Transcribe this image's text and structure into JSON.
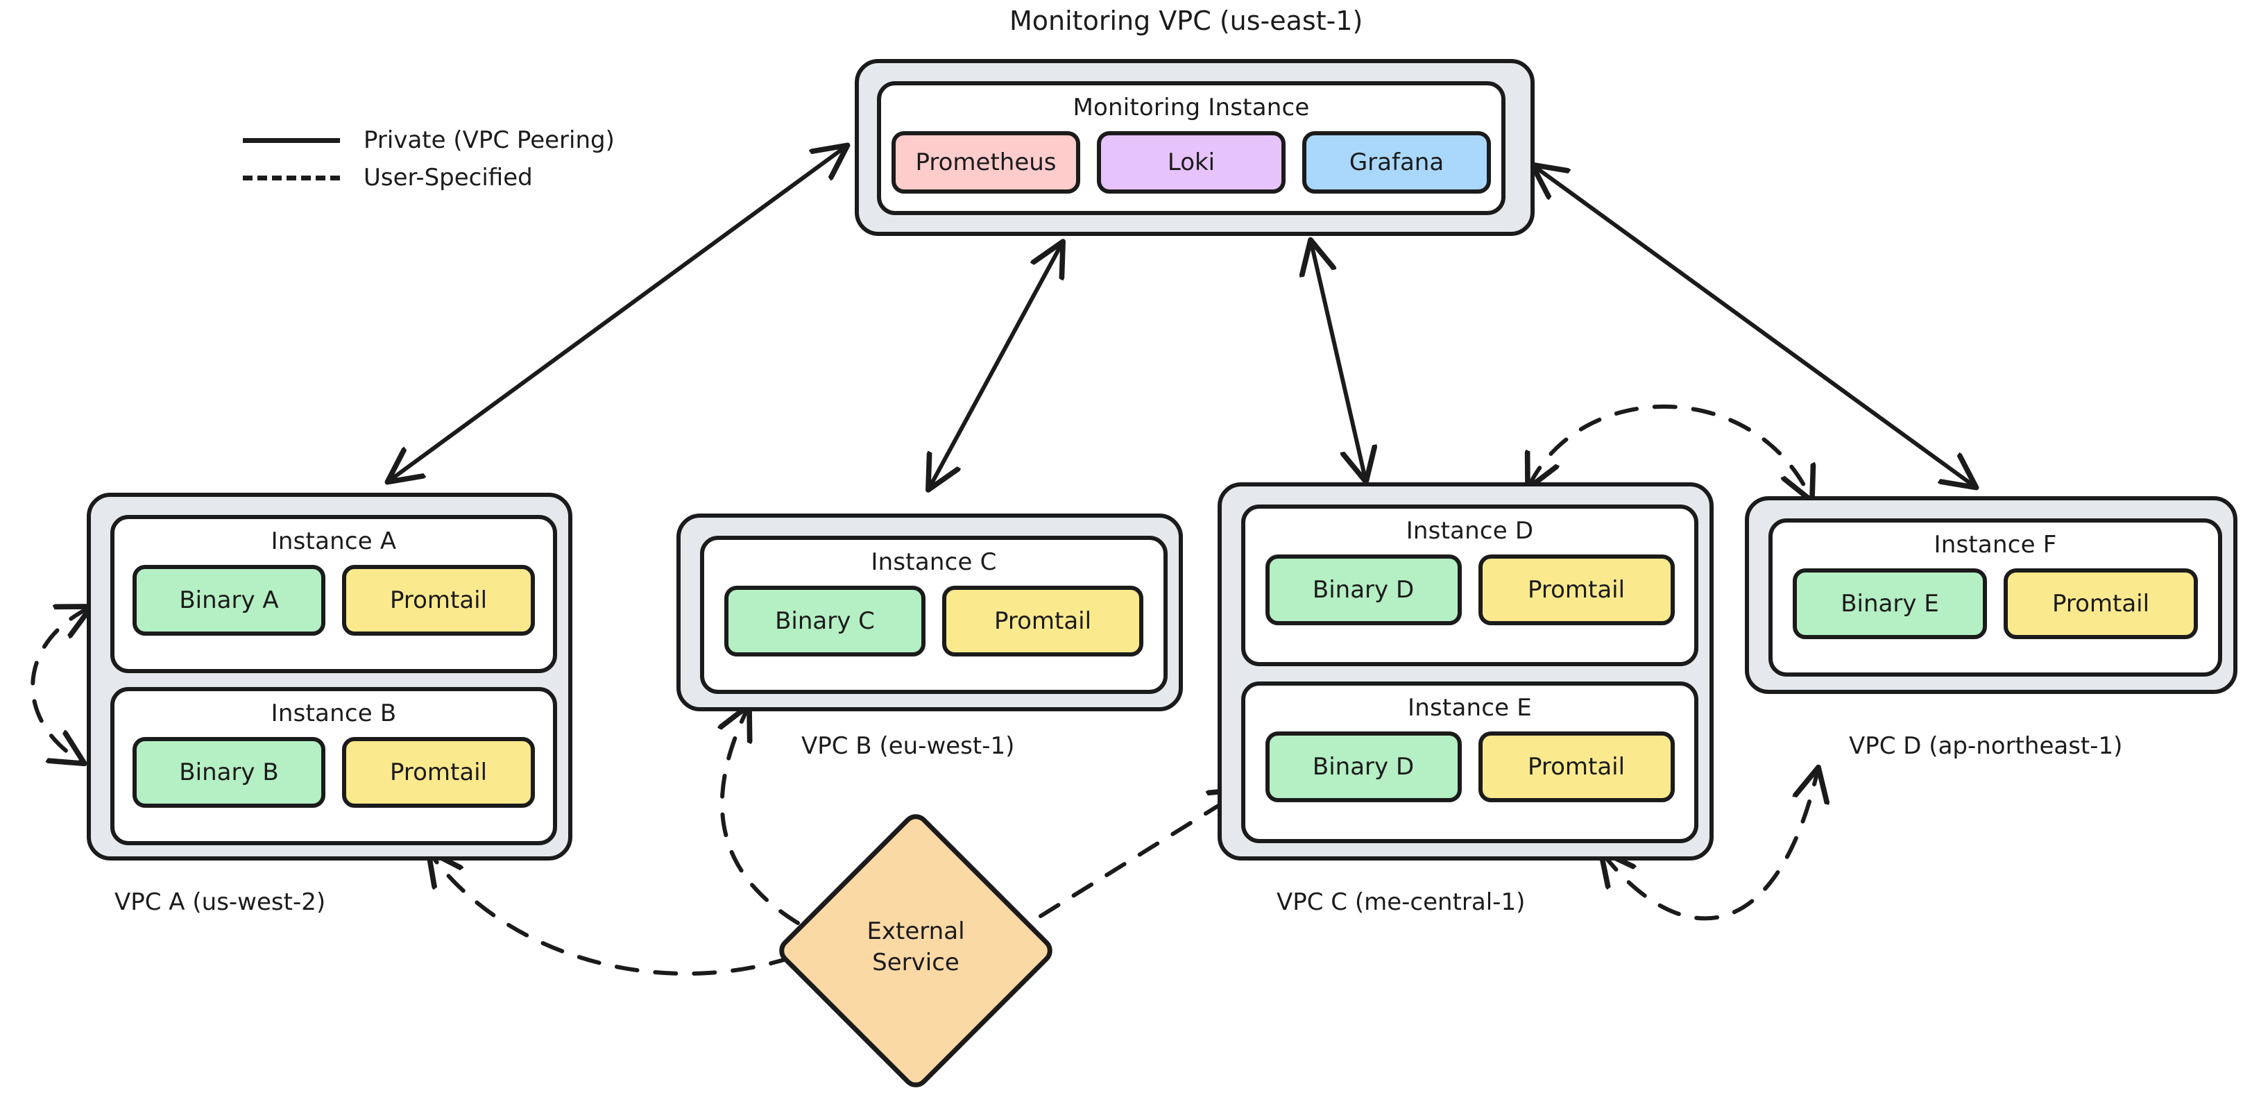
{
  "title_labels": {
    "monitoring_vpc": "Monitoring VPC (us-east-1)"
  },
  "legend": {
    "items": [
      {
        "style": "solid",
        "label": "Private (VPC Peering)"
      },
      {
        "style": "dashed",
        "label": "User-Specified"
      }
    ]
  },
  "monitoring": {
    "instance_title": "Monitoring Instance",
    "components": [
      {
        "label": "Prometheus",
        "color": "#FFCCCC"
      },
      {
        "label": "Loki",
        "color": "#E6C3FB"
      },
      {
        "label": "Grafana",
        "color": "#A9D8FC"
      }
    ]
  },
  "vpcs": [
    {
      "id": "vpc-a",
      "label": "VPC A (us-west-2)",
      "instances": [
        {
          "title": "Instance A",
          "chips": [
            {
              "label": "Binary A",
              "color": "#B5EFC4"
            },
            {
              "label": "Promtail",
              "color": "#FBE98D"
            }
          ]
        },
        {
          "title": "Instance B",
          "chips": [
            {
              "label": "Binary B",
              "color": "#B5EFC4"
            },
            {
              "label": "Promtail",
              "color": "#FBE98D"
            }
          ]
        }
      ]
    },
    {
      "id": "vpc-b",
      "label": "VPC B (eu-west-1)",
      "instances": [
        {
          "title": "Instance C",
          "chips": [
            {
              "label": "Binary C",
              "color": "#B5EFC4"
            },
            {
              "label": "Promtail",
              "color": "#FBE98D"
            }
          ]
        }
      ]
    },
    {
      "id": "vpc-c",
      "label": "VPC C (me-central-1)",
      "instances": [
        {
          "title": "Instance D",
          "chips": [
            {
              "label": "Binary D",
              "color": "#B5EFC4"
            },
            {
              "label": "Promtail",
              "color": "#FBE98D"
            }
          ]
        },
        {
          "title": "Instance E",
          "chips": [
            {
              "label": "Binary D",
              "color": "#B5EFC4"
            },
            {
              "label": "Promtail",
              "color": "#FBE98D"
            }
          ]
        }
      ]
    },
    {
      "id": "vpc-d",
      "label": "VPC D (ap-northeast-1)",
      "instances": [
        {
          "title": "Instance F",
          "chips": [
            {
              "label": "Binary E",
              "color": "#B5EFC4"
            },
            {
              "label": "Promtail",
              "color": "#FBE98D"
            }
          ]
        }
      ]
    }
  ],
  "external_service": {
    "line1": "External",
    "line2": "Service",
    "color": "#FBD9A5"
  },
  "colors": {
    "stroke": "#1b1b1b",
    "vpc_fill": "#E5E9ED",
    "instance_fill": "#ffffff",
    "background": "#ffffff"
  },
  "connections": [
    {
      "from": "monitoring-vpc",
      "to": "vpc-a",
      "style": "solid",
      "direction": "both"
    },
    {
      "from": "monitoring-vpc",
      "to": "vpc-b",
      "style": "solid",
      "direction": "both"
    },
    {
      "from": "monitoring-vpc",
      "to": "vpc-c",
      "style": "solid",
      "direction": "both"
    },
    {
      "from": "monitoring-vpc",
      "to": "vpc-d",
      "style": "solid",
      "direction": "both"
    },
    {
      "from": "instance-a",
      "to": "instance-b",
      "style": "dashed",
      "direction": "both"
    },
    {
      "from": "instance-d",
      "to": "vpc-d",
      "style": "dashed",
      "direction": "both"
    },
    {
      "from": "vpc-c",
      "to": "vpc-d",
      "style": "dashed",
      "direction": "both"
    },
    {
      "from": "external-service",
      "to": "vpc-a",
      "style": "dashed",
      "direction": "one"
    },
    {
      "from": "external-service",
      "to": "vpc-b",
      "style": "dashed",
      "direction": "one"
    },
    {
      "from": "external-service",
      "to": "instance-e",
      "style": "dashed",
      "direction": "one"
    }
  ]
}
